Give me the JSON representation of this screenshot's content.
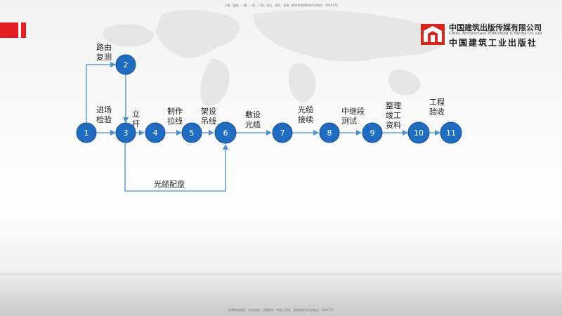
{
  "header": {
    "note": "二建、监理、一建、一造、二造、安全、消防、咨询、教资课程购联系QQ/微信：3849178"
  },
  "footer": {
    "note": "各择教程辅导、考点总结、习题精考、考前三页纸、请收购联系QQ/微信：3849178"
  },
  "logo": {
    "cn": "中国建筑出版传媒有限公司",
    "en": "China Architecture Publishing & Media Co.,Ltd",
    "cn2": "中国建筑工业出版社"
  },
  "diagram": {
    "nodes": [
      "1",
      "2",
      "3",
      "4",
      "5",
      "6",
      "7",
      "8",
      "9",
      "10",
      "11"
    ],
    "labels": {
      "n1": "进场\n检验",
      "n2": "路由\n复测",
      "n3": "立\n杆",
      "n4": "制作\n拉线",
      "n5": "架设\n吊线",
      "n6": "敷设\n光缆",
      "n7": "光缆\n接续",
      "n8": "中继段\n测试",
      "n9": "整理\n竣工\n资料",
      "n10": "工程\n验收",
      "bypass": "光缆配盘"
    }
  },
  "colors": {
    "node": "#1f6cc0",
    "arrow": "#4a8fd0",
    "accent_red": "#e31e24"
  }
}
